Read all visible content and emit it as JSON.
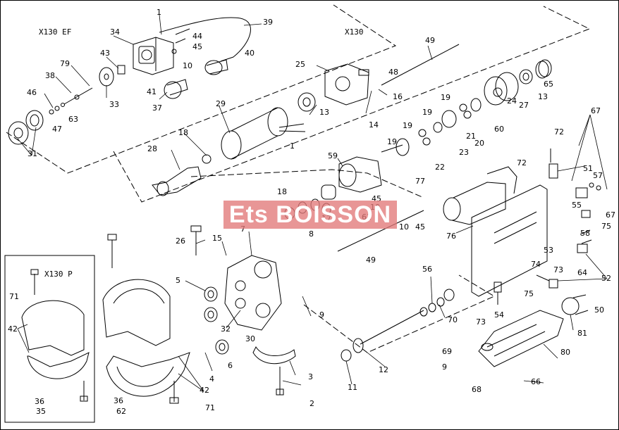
{
  "titles": {
    "x130ef": "X130 EF",
    "x130": "X130",
    "x130p": "X130 P"
  },
  "watermark": "Ets BOISSON",
  "callouts": [
    "1",
    "39",
    "44",
    "45",
    "34",
    "10",
    "40",
    "41",
    "37",
    "43",
    "79",
    "38",
    "33",
    "46",
    "63",
    "47",
    "31",
    "49",
    "25",
    "48",
    "16",
    "14",
    "13",
    "65",
    "13",
    "27",
    "24",
    "60",
    "19",
    "19",
    "19",
    "21",
    "20",
    "23",
    "22",
    "77",
    "19",
    "29",
    "1",
    "18",
    "28",
    "59",
    "45",
    "10",
    "61",
    "17",
    "18",
    "8",
    "10",
    "45",
    "72",
    "67",
    "72",
    "51",
    "57",
    "55",
    "67",
    "75",
    "58",
    "53",
    "52",
    "76",
    "74",
    "73",
    "64",
    "75",
    "54",
    "73",
    "26",
    "15",
    "7",
    "5",
    "9",
    "32",
    "30",
    "4",
    "6",
    "3",
    "2",
    "11",
    "12",
    "56",
    "70",
    "50",
    "81",
    "80",
    "69",
    "9",
    "68",
    "66",
    "49",
    "71",
    "42",
    "36",
    "35",
    "42",
    "36",
    "62",
    "71"
  ]
}
